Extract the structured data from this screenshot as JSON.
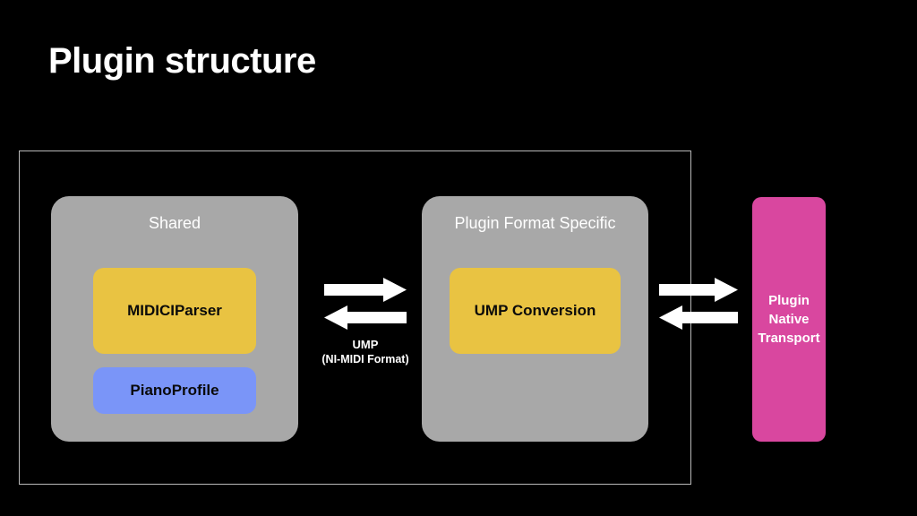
{
  "slide": {
    "title": "Plugin structure",
    "background_color": "#000000"
  },
  "boundary": {
    "name": "plugin-boundary",
    "border_color": "#b9b9b9"
  },
  "modules": [
    {
      "id": "shared",
      "title": "Shared",
      "fill_color": "#a8a8a8",
      "components": [
        {
          "id": "midici-parser",
          "label": "MIDICIParser",
          "fill_color": "#e9c342"
        },
        {
          "id": "piano-profile",
          "label": "PianoProfile",
          "fill_color": "#7a95f8"
        }
      ]
    },
    {
      "id": "plugin-format-specific",
      "title": "Plugin Format Specific",
      "fill_color": "#a8a8a8",
      "components": [
        {
          "id": "ump-conversion",
          "label": "UMP Conversion",
          "fill_color": "#e9c342"
        }
      ]
    }
  ],
  "external": {
    "id": "plugin-native-transport",
    "label_lines": [
      "Plugin",
      "Native",
      "Transport"
    ],
    "fill_color": "#d9479f"
  },
  "connections": [
    {
      "id": "internal-bidirectional",
      "from": "shared",
      "to": "plugin-format-specific",
      "directions": [
        "right",
        "left"
      ],
      "caption_line_1": "UMP",
      "caption_line_2": "(NI-MIDI Format)",
      "color": "#ffffff"
    },
    {
      "id": "external-bidirectional",
      "from": "plugin-format-specific",
      "to": "plugin-native-transport",
      "directions": [
        "right",
        "left"
      ],
      "caption_line_1": "",
      "caption_line_2": "",
      "color": "#ffffff"
    }
  ]
}
